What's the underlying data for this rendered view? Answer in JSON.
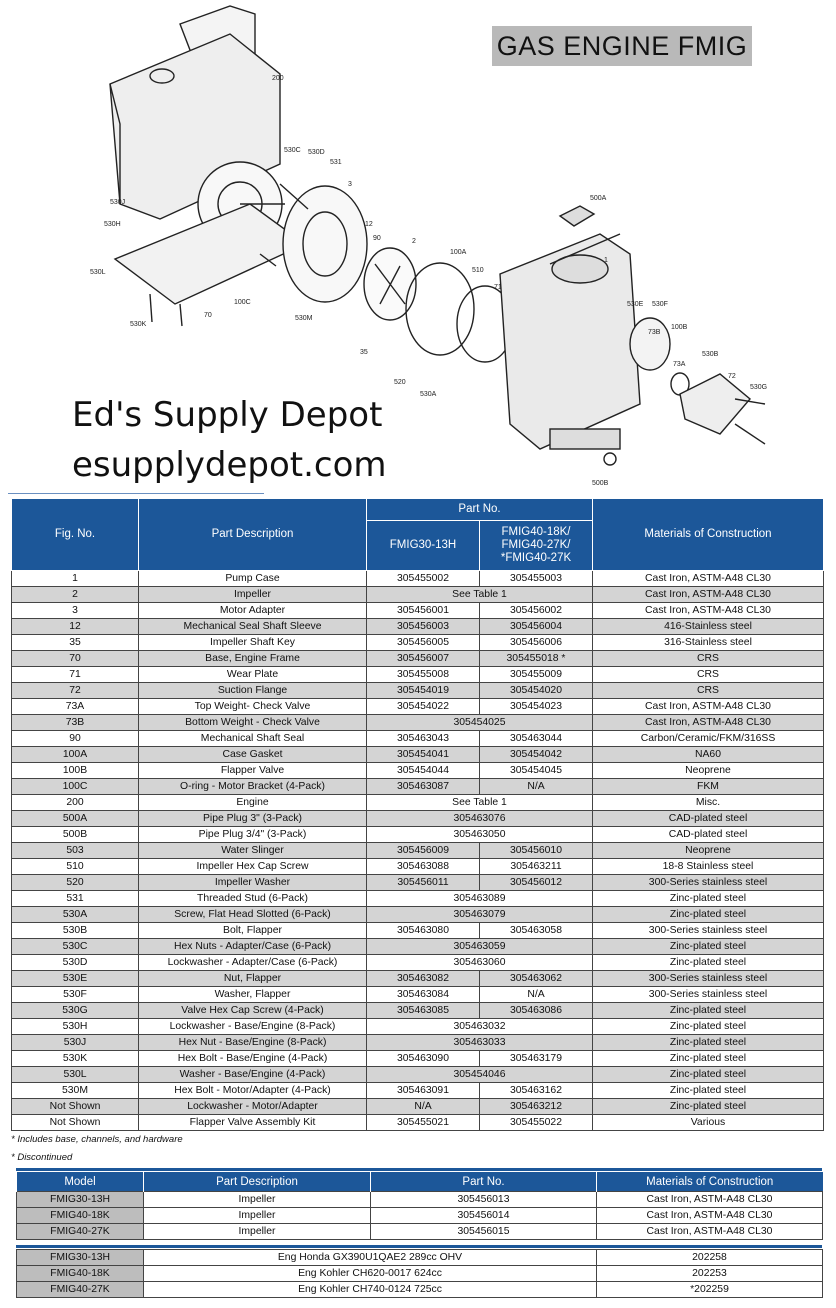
{
  "title": "GAS ENGINE FMIG",
  "brand": {
    "name": "Ed's Supply Depot",
    "site": "esupplydepot.com"
  },
  "diagram_labels": [
    "200",
    "530C",
    "530D",
    "531",
    "3",
    "530J",
    "530H",
    "12",
    "90",
    "2",
    "100A",
    "510",
    "71",
    "530E",
    "530F",
    "73B",
    "100B",
    "530B",
    "73A",
    "72",
    "530G",
    "530L",
    "530K",
    "70",
    "100C",
    "530M",
    "35",
    "520",
    "530A",
    "1",
    "500A",
    "500B"
  ],
  "main_table": {
    "headers": {
      "fig": "Fig. No.",
      "desc": "Part Description",
      "partno": "Part No.",
      "col1": "FMIG30-13H",
      "col2a": "FMIG40-18K/",
      "col2b": "FMIG40-27K/",
      "col2c": "*FMIG40-27K",
      "materials": "Materials of Construction"
    },
    "rows": [
      [
        "1",
        "Pump Case",
        "305455002",
        "305455003",
        "Cast Iron, ASTM-A48 CL30"
      ],
      [
        "2",
        "Impeller",
        "See Table 1",
        "",
        "Cast Iron, ASTM-A48 CL30"
      ],
      [
        "3",
        "Motor Adapter",
        "305456001",
        "305456002",
        "Cast Iron, ASTM-A48 CL30"
      ],
      [
        "12",
        "Mechanical Seal Shaft Sleeve",
        "305456003",
        "305456004",
        "416-Stainless steel"
      ],
      [
        "35",
        "Impeller Shaft Key",
        "305456005",
        "305456006",
        "316-Stainless steel"
      ],
      [
        "70",
        "Base, Engine Frame",
        "305456007",
        "305455018 *",
        "CRS"
      ],
      [
        "71",
        "Wear Plate",
        "305455008",
        "305455009",
        "CRS"
      ],
      [
        "72",
        "Suction Flange",
        "305454019",
        "305454020",
        "CRS"
      ],
      [
        "73A",
        "Top Weight- Check Valve",
        "305454022",
        "305454023",
        "Cast Iron, ASTM-A48 CL30"
      ],
      [
        "73B",
        "Bottom Weight - Check Valve",
        "305454025",
        "",
        "Cast Iron, ASTM-A48 CL30"
      ],
      [
        "90",
        "Mechanical Shaft Seal",
        "305463043",
        "305463044",
        "Carbon/Ceramic/FKM/316SS"
      ],
      [
        "100A",
        "Case Gasket",
        "305454041",
        "305454042",
        "NA60"
      ],
      [
        "100B",
        "Flapper Valve",
        "305454044",
        "305454045",
        "Neoprene"
      ],
      [
        "100C",
        "O-ring - Motor Bracket (4-Pack)",
        "305463087",
        "N/A",
        "FKM"
      ],
      [
        "200",
        "Engine",
        "See Table 1",
        "",
        "Misc."
      ],
      [
        "500A",
        "Pipe Plug 3\" (3-Pack)",
        "305463076",
        "",
        "CAD-plated steel"
      ],
      [
        "500B",
        "Pipe Plug 3/4\" (3-Pack)",
        "305463050",
        "",
        "CAD-plated steel"
      ],
      [
        "503",
        "Water Slinger",
        "305456009",
        "305456010",
        "Neoprene"
      ],
      [
        "510",
        "Impeller Hex Cap Screw",
        "305463088",
        "305463211",
        "18-8 Stainless steel"
      ],
      [
        "520",
        "Impeller Washer",
        "305456011",
        "305456012",
        "300-Series stainless steel"
      ],
      [
        "531",
        "Threaded Stud (6-Pack)",
        "305463089",
        "",
        "Zinc-plated steel"
      ],
      [
        "530A",
        "Screw, Flat Head Slotted (6-Pack)",
        "305463079",
        "",
        "Zinc-plated steel"
      ],
      [
        "530B",
        "Bolt, Flapper",
        "305463080",
        "305463058",
        "300-Series stainless steel"
      ],
      [
        "530C",
        "Hex Nuts - Adapter/Case (6-Pack)",
        "305463059",
        "",
        "Zinc-plated steel"
      ],
      [
        "530D",
        "Lockwasher - Adapter/Case (6-Pack)",
        "305463060",
        "",
        "Zinc-plated steel"
      ],
      [
        "530E",
        "Nut, Flapper",
        "305463082",
        "305463062",
        "300-Series stainless steel"
      ],
      [
        "530F",
        "Washer, Flapper",
        "305463084",
        "N/A",
        "300-Series stainless steel"
      ],
      [
        "530G",
        "Valve Hex Cap Screw (4-Pack)",
        "305463085",
        "305463086",
        "Zinc-plated steel"
      ],
      [
        "530H",
        "Lockwasher - Base/Engine (8-Pack)",
        "305463032",
        "",
        "Zinc-plated steel"
      ],
      [
        "530J",
        "Hex Nut - Base/Engine (8-Pack)",
        "305463033",
        "",
        "Zinc-plated steel"
      ],
      [
        "530K",
        "Hex Bolt - Base/Engine (4-Pack)",
        "305463090",
        "305463179",
        "Zinc-plated steel"
      ],
      [
        "530L",
        "Washer - Base/Engine (4-Pack)",
        "305454046",
        "",
        "Zinc-plated steel"
      ],
      [
        "530M",
        "Hex Bolt - Motor/Adapter (4-Pack)",
        "305463091",
        "305463162",
        "Zinc-plated steel"
      ],
      [
        "Not Shown",
        "Lockwasher - Motor/Adapter",
        "N/A",
        "305463212",
        "Zinc-plated steel"
      ],
      [
        "Not Shown",
        "Flapper Valve Assembly Kit",
        "305455021",
        "305455022",
        "Various"
      ]
    ]
  },
  "notes": [
    "* Includes base, channels, and hardware",
    "* Discontinued"
  ],
  "impeller_table": {
    "headers": [
      "Model",
      "Part Description",
      "Part No.",
      "Materials of Construction"
    ],
    "rows": [
      [
        "FMIG30-13H",
        "Impeller",
        "305456013",
        "Cast Iron, ASTM-A48 CL30"
      ],
      [
        "FMIG40-18K",
        "Impeller",
        "305456014",
        "Cast Iron, ASTM-A48 CL30"
      ],
      [
        "FMIG40-27K",
        "Impeller",
        "305456015",
        "Cast Iron, ASTM-A48 CL30"
      ]
    ]
  },
  "engine_table": {
    "rows": [
      [
        "FMIG30-13H",
        "Eng Honda GX390U1QAE2 289cc OHV",
        "202258"
      ],
      [
        "FMIG40-18K",
        "Eng Kohler CH620-0017 624cc",
        "202253"
      ],
      [
        "FMIG40-27K",
        "Eng Kohler CH740-0124 725cc",
        "*202259"
      ]
    ]
  }
}
